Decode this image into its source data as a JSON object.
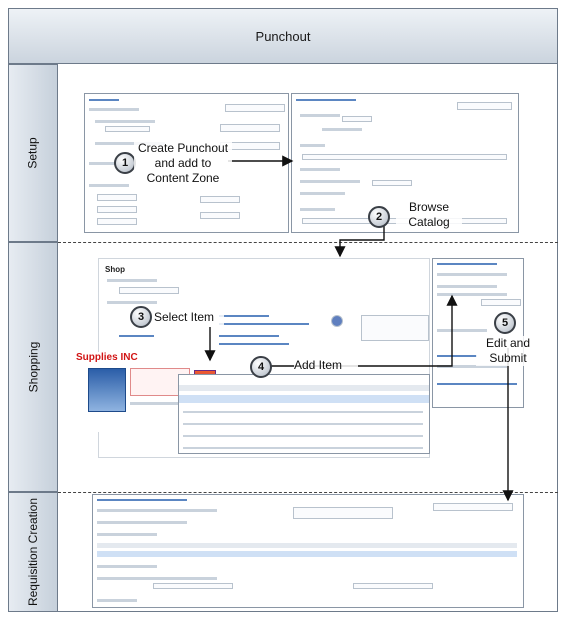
{
  "diagram": {
    "title": "Punchout",
    "lanes": [
      {
        "id": "setup",
        "label": "Setup"
      },
      {
        "id": "shopping",
        "label": "Shopping"
      },
      {
        "id": "requisition",
        "label": "Requisition Creation"
      }
    ],
    "steps": [
      {
        "number": "1",
        "label": "Create Punchout and add to Content Zone"
      },
      {
        "number": "2",
        "label": "Browse Catalog"
      },
      {
        "number": "3",
        "label": "Select Item"
      },
      {
        "number": "4",
        "label": "Add Item"
      },
      {
        "number": "5",
        "label": "Edit and Submit"
      }
    ],
    "screens": {
      "shop_heading": "Shop",
      "supplier_name": "Supplies INC"
    }
  }
}
